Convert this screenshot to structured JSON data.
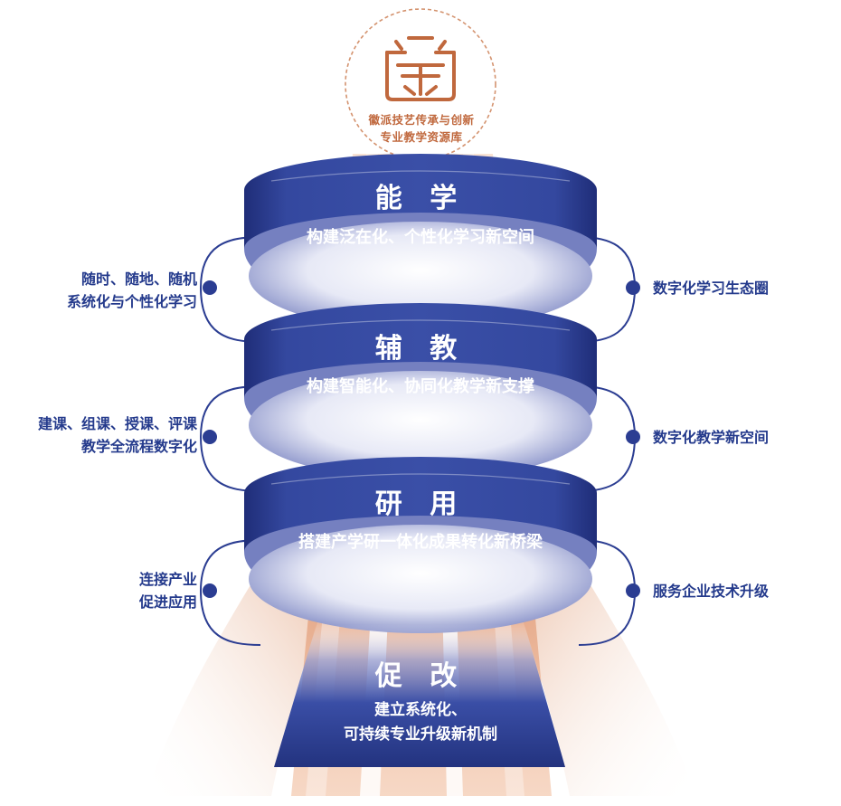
{
  "logo": {
    "caption_line1": "徽派技艺传承与创新",
    "caption_line2": "专业教学资源库"
  },
  "rings": [
    {
      "title": "能 学",
      "subtitle": "构建泛在化、个性化学习新空间",
      "left": [
        "随时、随地、随机",
        "系统化与个性化学习"
      ],
      "right": [
        "数字化学习生态圈"
      ]
    },
    {
      "title": "辅 教",
      "subtitle": "构建智能化、协同化教学新支撑",
      "left": [
        "建课、组课、授课、评课",
        "教学全流程数字化"
      ],
      "right": [
        "数字化教学新空间"
      ]
    },
    {
      "title": "研 用",
      "subtitle": "搭建产学研一体化成果转化新桥梁",
      "left": [
        "连接产业",
        "促进应用"
      ],
      "right": [
        "服务企业技术升级"
      ]
    }
  ],
  "base": {
    "title": "促 改",
    "line1": "建立系统化、",
    "line2": "可持续专业升级新机制"
  },
  "colors": {
    "navy": "#2b3d92",
    "navy_dark": "#1f2d78",
    "label_blue": "#243a8c",
    "orange": "#c0683d"
  }
}
